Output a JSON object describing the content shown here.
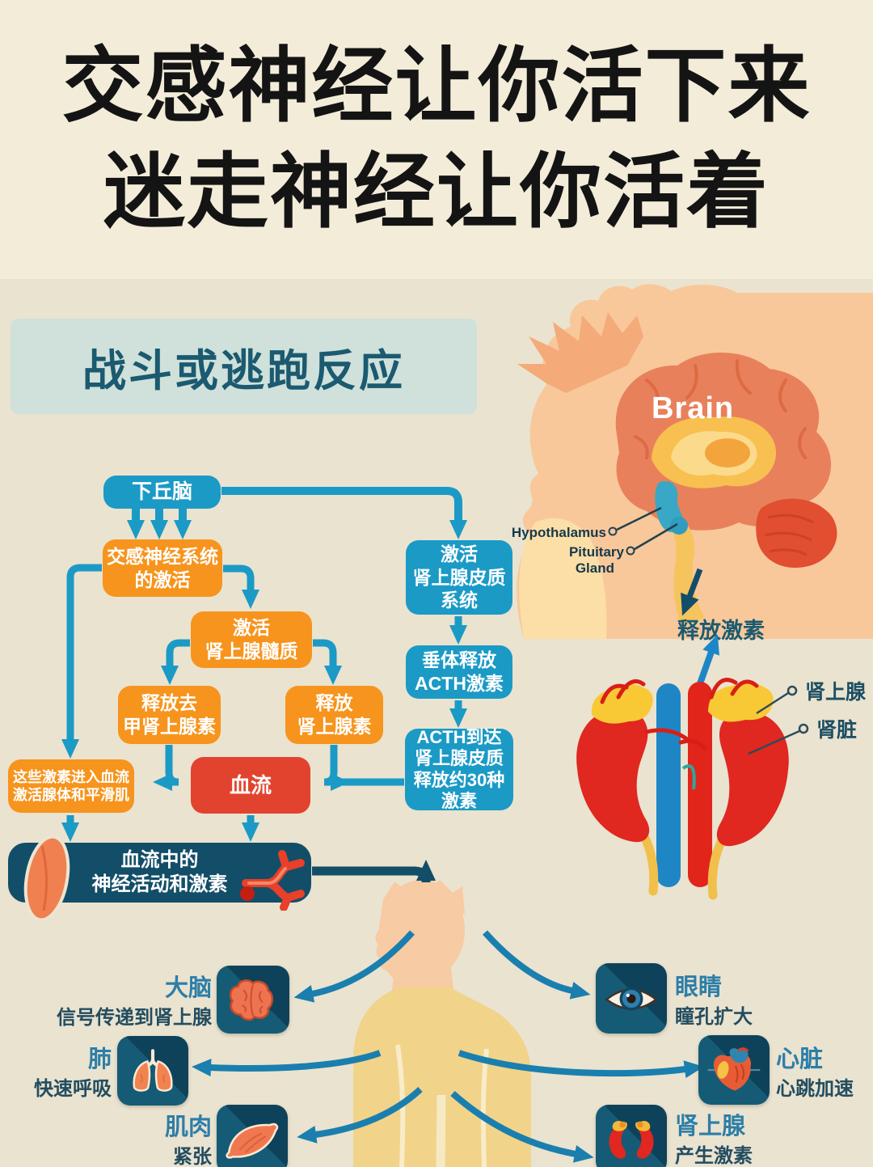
{
  "title": {
    "line1": "交感神经让你活下来",
    "line2": "迷走神经让你活着"
  },
  "flowchart": {
    "header": "战斗或逃跑反应",
    "boxes": {
      "hypothalamus": "下丘脑",
      "sns": "交感神经系统\n的激活",
      "medulla": "激活\n肾上腺髓质",
      "norepinephrine": "释放去\n甲肾上腺素",
      "epinephrine": "释放\n肾上腺素",
      "cortex": "激活\n肾上腺皮质\n系统",
      "pituitary": "垂体释放\nACTH激素",
      "acth": "ACTH到达\n肾上腺皮质\n释放约30种\n激素",
      "hormones_enter": "这些激素进入血流\n激活腺体和平滑肌",
      "bloodstream": "血流",
      "blood_activity": "血流中的\n神经活动和激素"
    }
  },
  "brain_figure": {
    "brain": "Brain",
    "hypothalamus": "Hypothalamus",
    "pituitary1": "Pituitary",
    "pituitary2": "Gland",
    "release": "释放激素"
  },
  "kidney_figure": {
    "adrenal": "肾上腺",
    "kidney": "肾脏"
  },
  "organs": {
    "brain": {
      "title": "大脑",
      "desc": "信号传递到肾上腺"
    },
    "eye": {
      "title": "眼睛",
      "desc": "瞳孔扩大"
    },
    "lungs": {
      "title": "肺",
      "desc": "快速呼吸"
    },
    "heart": {
      "title": "心脏",
      "desc": "心跳加速"
    },
    "muscle": {
      "title": "肌肉",
      "desc": "紧张"
    },
    "adrenal": {
      "title": "肾上腺",
      "desc": "产生激素"
    }
  },
  "colors": {
    "bg_top": "#f2ecd9",
    "bg_diagram": "#eae3d0",
    "title_text": "#141414",
    "header_bg": "#cfe1da",
    "header_text": "#1b5a70",
    "box_blue": "#1b9ac6",
    "box_orange": "#f7941d",
    "box_red": "#e2432e",
    "box_navy": "#134e68",
    "arrow_blue": "#1b9ac6",
    "arrow_navy": "#134e68",
    "label_title": "#2d7ea8",
    "label_desc": "#234d60",
    "tile_bg": "#155b76"
  }
}
